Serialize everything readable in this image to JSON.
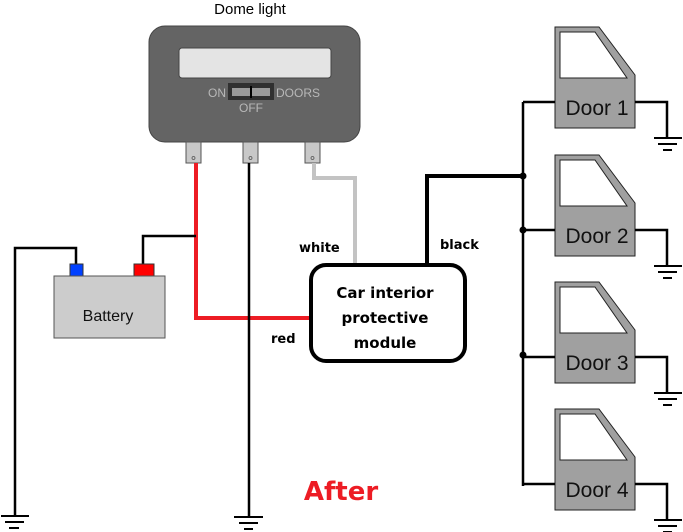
{
  "title": "After",
  "colors": {
    "wire_black": "#000000",
    "wire_red": "#ed1c24",
    "wire_white": "#c3c3c3",
    "title_red": "#ed1c24",
    "dome_body": "#646464",
    "dome_lens": "#e4e4e4",
    "door_fill": "#a0a0a0",
    "battery_fill": "#cccccc",
    "terminal_negative": "#0040ff",
    "terminal_positive": "#ff0000"
  },
  "dome_light": {
    "label": "Dome light",
    "switch_on_label": "ON",
    "switch_off_label": "OFF",
    "switch_doors_label": "DOORS"
  },
  "battery": {
    "label": "Battery"
  },
  "module": {
    "line1": "Car interior",
    "line2": "protective",
    "line3": "module"
  },
  "wire_labels": {
    "white": "white",
    "black": "black",
    "red": "red"
  },
  "doors": [
    {
      "label": "Door 1"
    },
    {
      "label": "Door 2"
    },
    {
      "label": "Door 3"
    },
    {
      "label": "Door 4"
    }
  ]
}
